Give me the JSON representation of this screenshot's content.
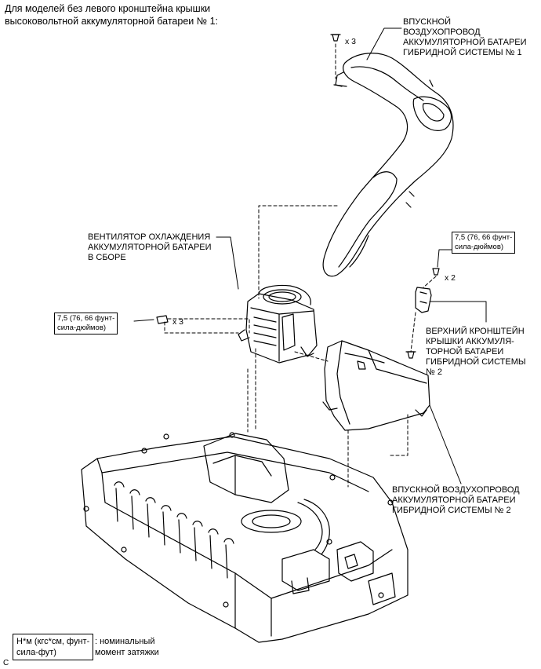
{
  "header": {
    "line1": "Для моделей без левого кронштейна крышки",
    "line2": "высоковольтной аккумуляторной батареи № 1:"
  },
  "labels": {
    "duct1": [
      "ВПУСКНОЙ",
      "ВОЗДУХОПРОВОД",
      "АККУМУЛЯТОРНОЙ БАТАРЕИ",
      "ГИБРИДНОЙ СИСТЕМЫ № 1"
    ],
    "fan": [
      "ВЕНТИЛЯТОР ОХЛАЖДЕНИЯ",
      "АККУМУЛЯТОРНОЙ БАТАРЕИ",
      "В СБОРЕ"
    ],
    "bracket": [
      "ВЕРХНИЙ КРОНШТЕЙН",
      "КРЫШКИ АККУМУЛЯ-",
      "ТОРНОЙ БАТАРЕИ",
      "ГИБРИДНОЙ СИСТЕМЫ",
      "№ 2"
    ],
    "duct2": [
      "ВПУСКНОЙ ВОЗДУХОПРОВОД",
      "АККУМУЛЯТОРНОЙ БАТАРЕИ",
      "ГИБРИДНОЙ СИСТЕМЫ № 2"
    ]
  },
  "torque": {
    "right": [
      "7,5 (76, 66 фунт-",
      "сила-дюймов)"
    ],
    "left": [
      "7,5 (76, 66 фунт-",
      "сила-дюймов)"
    ]
  },
  "quantities": {
    "top_clips": "x 3",
    "right_nuts": "x 2",
    "left_nuts": "x 3"
  },
  "legend": {
    "symbol": [
      "Н*м (кгс*см, фунт-",
      "сила-фут)"
    ],
    "description": [
      ": номинальный",
      "момент затяжки"
    ]
  },
  "corner_mark": "C"
}
